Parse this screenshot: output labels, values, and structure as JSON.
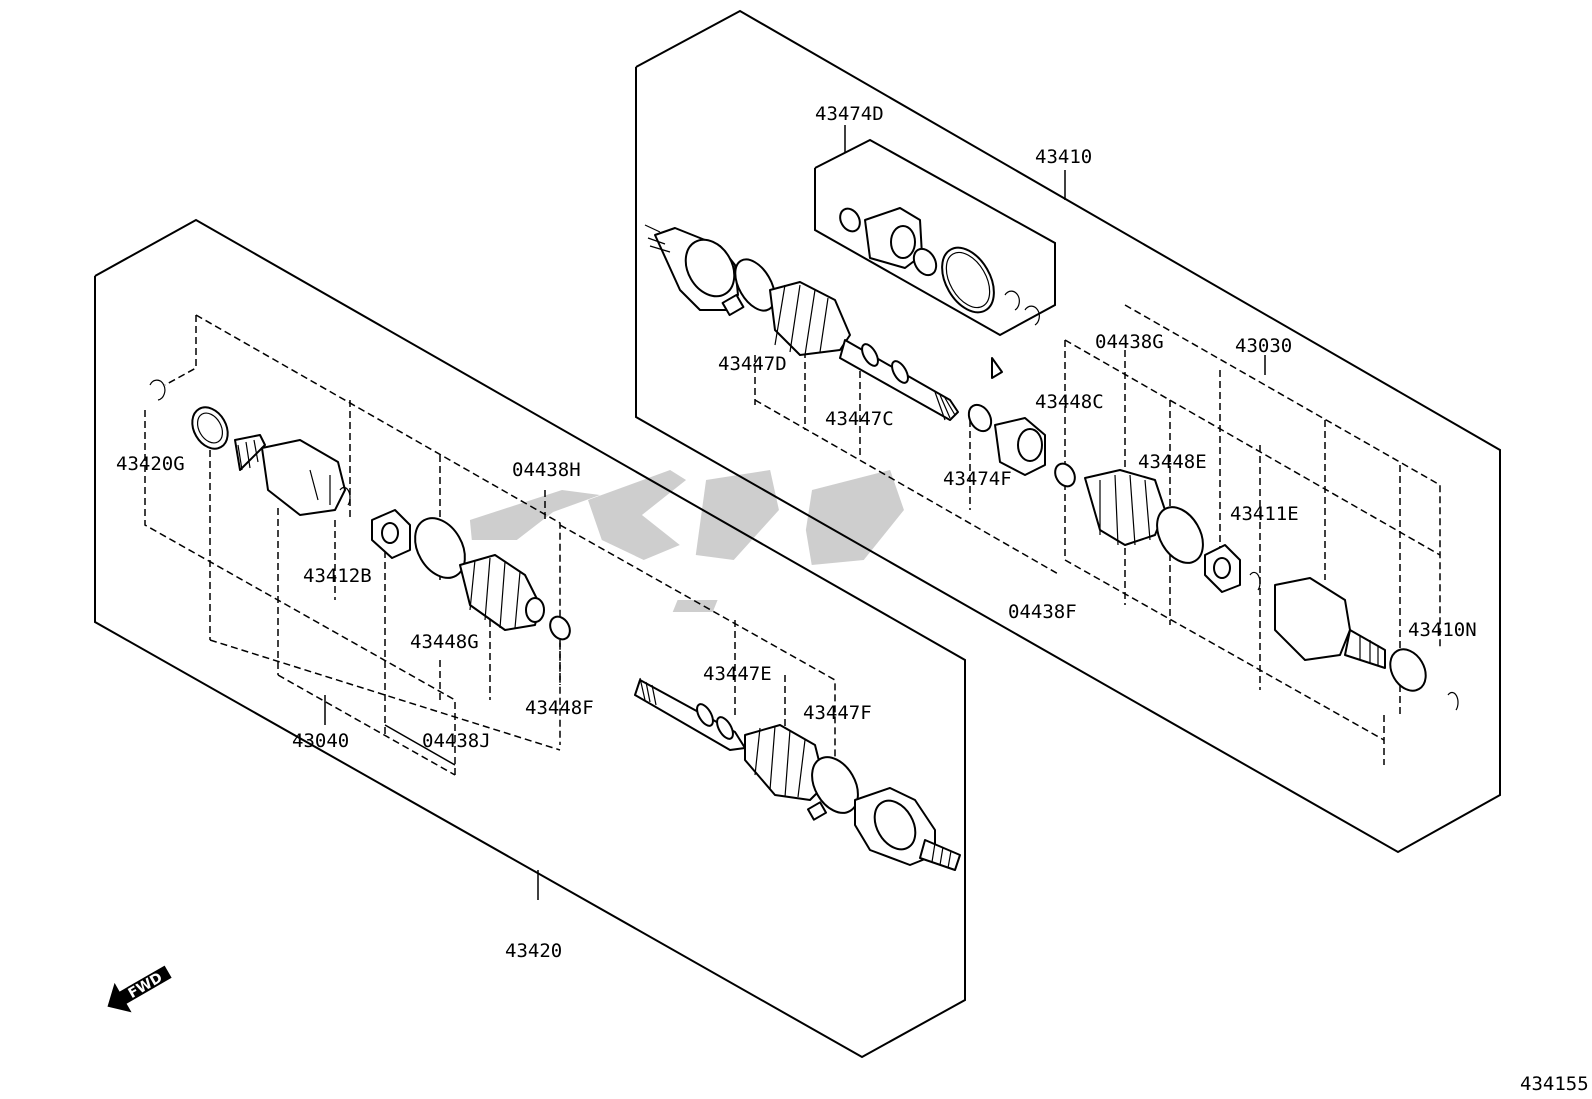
{
  "diagram_id": "434155",
  "fwd_label": "FWD",
  "watermark": "ي ل ـ ه",
  "labels": {
    "p43474D": "43474D",
    "p43410": "43410",
    "p43447D": "43447D",
    "p43447C": "43447C",
    "p04438G_upper": "04438G",
    "p43030": "43030",
    "p43448C": "43448C",
    "p43448E": "43448E",
    "p43474F": "43474F",
    "p43411E": "43411E",
    "p04438F": "04438F",
    "p43410N": "43410N",
    "p43420G": "43420G",
    "p04438H": "04438H",
    "p43412B": "43412B",
    "p43448G": "43448G",
    "p43447E": "43447E",
    "p43448F": "43448F",
    "p43447F": "43447F",
    "p43040": "43040",
    "p04438J": "04438J",
    "p43420": "43420"
  }
}
